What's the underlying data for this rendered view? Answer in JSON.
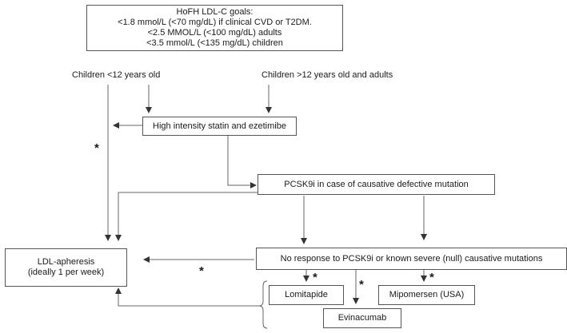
{
  "goals": {
    "lines": [
      "HoFH LDL-C goals:",
      "<1.8 mmol/L (<70 mg/dL) if clinical CVD or T2DM.",
      "<2.5 MMOL/L (<100 mg/dL) adults",
      "<3.5 mmol/L (<135 mg/dL) children"
    ]
  },
  "groups": {
    "children_under_12": "Children <12 years old",
    "children_over_12_adults": "Children >12 years old and adults"
  },
  "boxes": {
    "statin": "High intensity statin and ezetimibe",
    "pcsk9i": "PCSK9i in case of causative defective mutation",
    "no_response": "No response to PCSK9i or known severe (null) causative mutations",
    "apheresis": [
      "LDL-apheresis",
      "(ideally 1 per week)"
    ],
    "lomitapide": "Lomitapide",
    "mipomersen": "Mipomersen (USA)",
    "evinacumab": "Evinacumab"
  },
  "star_symbol": "*"
}
